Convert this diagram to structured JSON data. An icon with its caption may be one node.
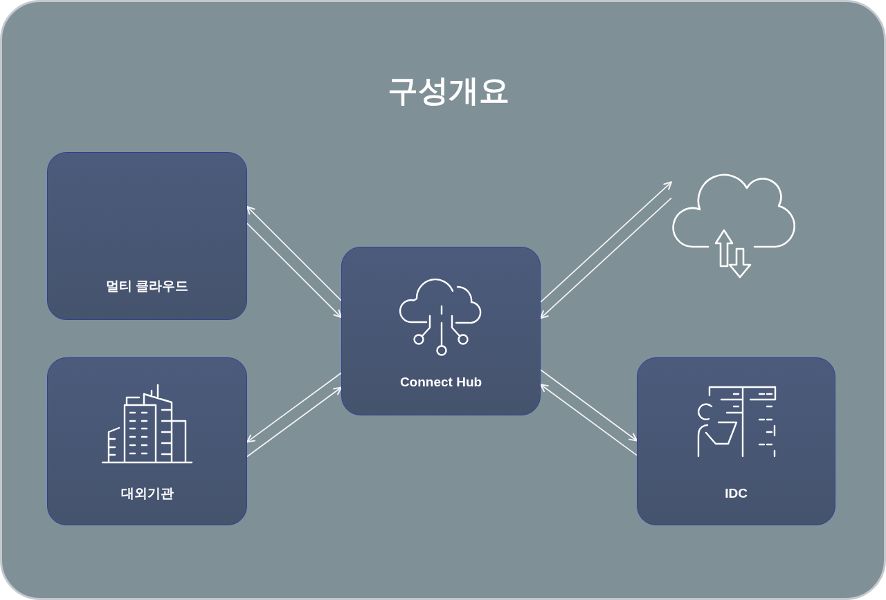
{
  "diagram": {
    "title": "구성개요",
    "nodes": [
      {
        "text": [
          "멀티 클라우드"
        ]
      },
      {
        "text": [],
        "shape": "cloud"
      },
      {
        "text": [
          "Connect Hub"
        ]
      },
      {
        "text": [
          "대외기관"
        ]
      },
      {
        "text": [
          "IDC"
        ]
      }
    ],
    "edges": [
      {
        "from": 0,
        "to": 2,
        "arrow": "to"
      },
      {
        "from": 2,
        "to": 0,
        "arrow": "to"
      },
      {
        "from": 2,
        "to": 1,
        "arrow": "to"
      },
      {
        "from": 1,
        "to": 2,
        "arrow": "to"
      },
      {
        "from": 2,
        "to": 3,
        "arrow": "to"
      },
      {
        "from": 3,
        "to": 2,
        "arrow": "to"
      },
      {
        "from": 2,
        "to": 4,
        "arrow": "to"
      },
      {
        "from": 4,
        "to": 2,
        "arrow": "to"
      }
    ]
  }
}
